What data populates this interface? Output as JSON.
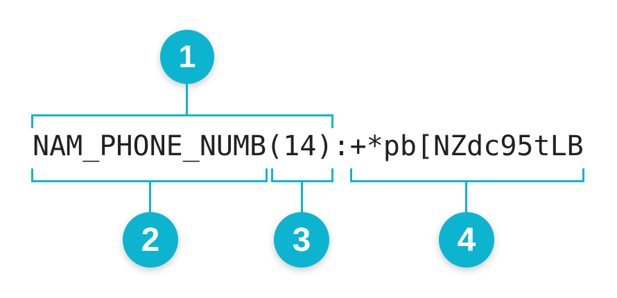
{
  "format_example": {
    "full_string": "NAM_PHONE_NUMB(14):+*pb[NZdc95tLB",
    "parts": {
      "field_name_with_length": "NAM_PHONE_NUMB(14)",
      "field_name": "NAM_PHONE_NUMB",
      "field_length": "(14)",
      "separator": ":",
      "field_value": "+*pb[NZdc95tLB"
    },
    "callouts": [
      {
        "number": "1"
      },
      {
        "number": "2"
      },
      {
        "number": "3"
      },
      {
        "number": "4"
      }
    ],
    "colors": {
      "accent": "#0cb4cf",
      "text": "#212121",
      "background": "#ffffff"
    }
  }
}
